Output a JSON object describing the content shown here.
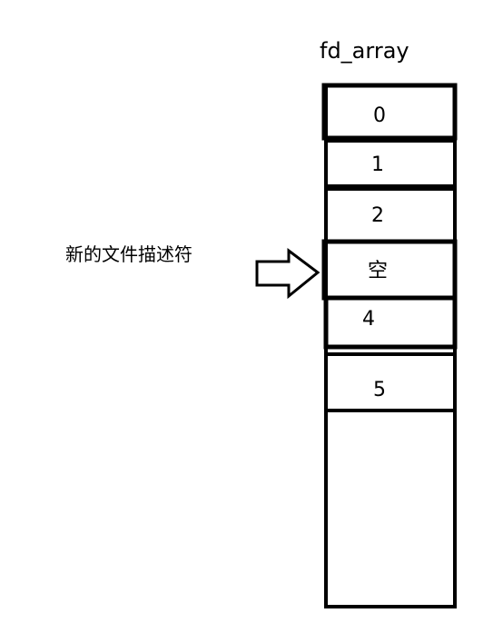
{
  "array": {
    "name": "fd_array",
    "slots": [
      "0",
      "1",
      "2",
      "空",
      "4",
      "5"
    ]
  },
  "pointer": {
    "label": "新的文件描述符"
  }
}
